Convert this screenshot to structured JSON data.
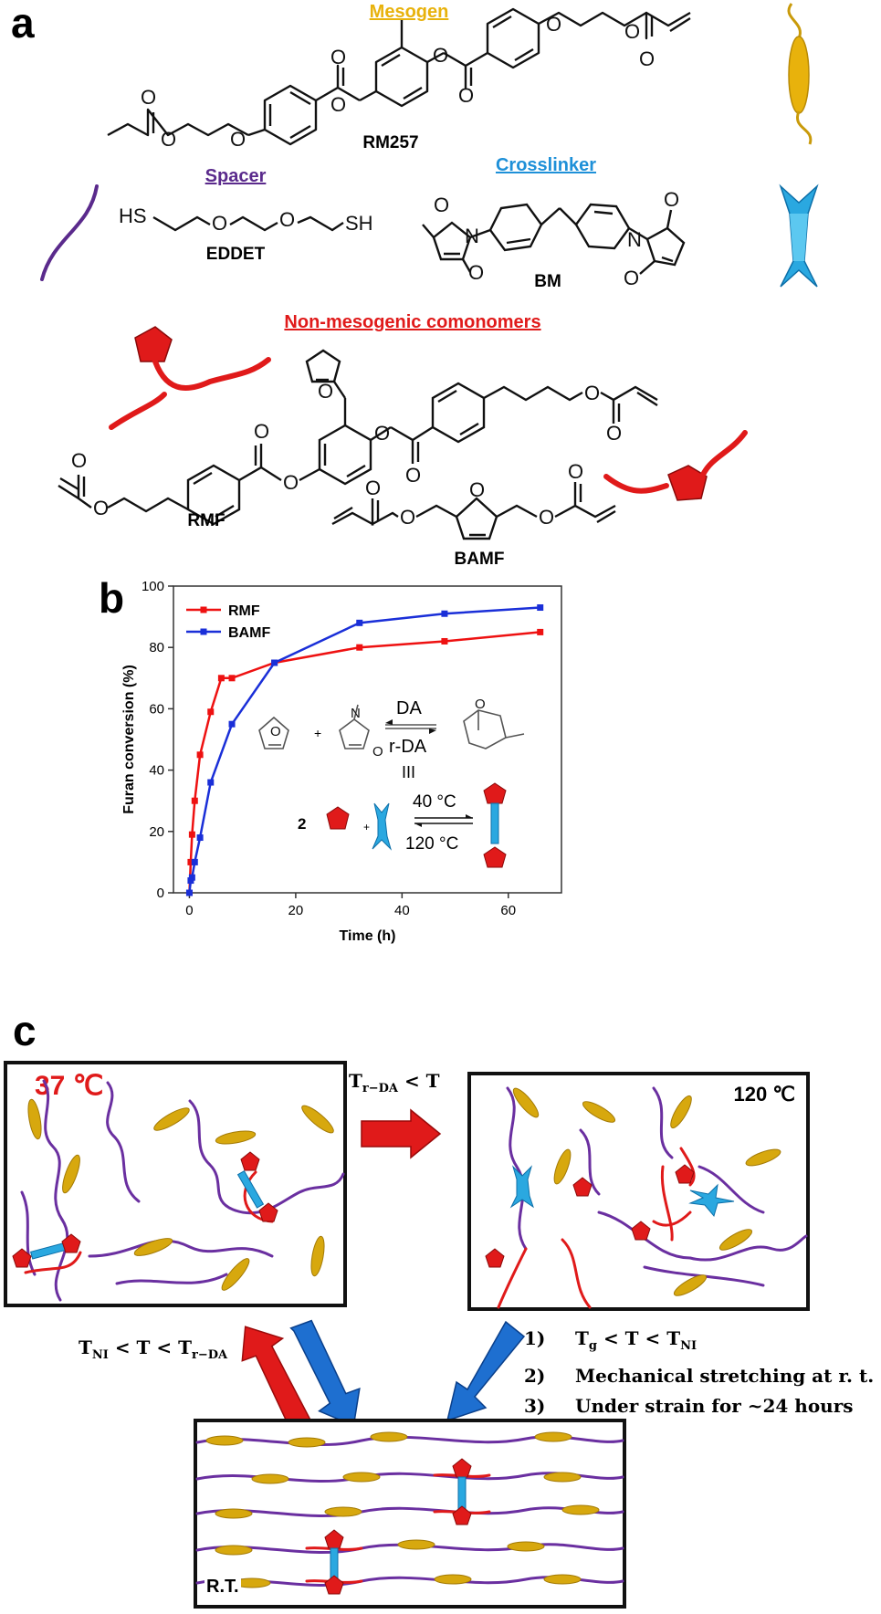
{
  "panel_a": {
    "letter": "a",
    "mesogen_header": "Mesogen",
    "rm257_name": "RM257",
    "spacer_header": "Spacer",
    "eddet_name": "EDDET",
    "crosslinker_header": "Crosslinker",
    "bm_name": "BM",
    "comonomer_header": "Non-mesogenic comonomers",
    "rmf_name": "RMF",
    "bamf_name": "BAMF",
    "atoms": {
      "O": "O",
      "N": "N",
      "HS": "HS",
      "SH": "SH"
    },
    "colors": {
      "mesogen": "#e8b20c",
      "spacer": "#5a2a8c",
      "crosslinker": "#1e90d8",
      "comonomer": "#e01a1a"
    }
  },
  "panel_b": {
    "letter": "b",
    "scheme": {
      "forward": "DA",
      "reverse": "r-DA",
      "equiv": "III",
      "stoich": "2",
      "plus": "+",
      "t_low": "40 °C",
      "t_high": "120 °C"
    }
  },
  "chart_data": {
    "type": "line",
    "xlabel": "Time (h)",
    "ylabel": "Furan conversion (%)",
    "xlim": [
      -3,
      70
    ],
    "ylim": [
      0,
      100
    ],
    "xticks": [
      0,
      20,
      40,
      60
    ],
    "yticks": [
      0,
      20,
      40,
      60,
      80,
      100
    ],
    "legend_position": "top-left",
    "series": [
      {
        "name": "RMF",
        "color": "#ee1111",
        "x": [
          0,
          0.25,
          0.5,
          1,
          2,
          4,
          6,
          8,
          16,
          32,
          48,
          66
        ],
        "y": [
          0,
          10,
          19,
          30,
          45,
          59,
          70,
          70,
          75,
          80,
          82,
          85
        ]
      },
      {
        "name": "BAMF",
        "color": "#1a2fd8",
        "x": [
          0,
          0.25,
          0.5,
          1,
          2,
          4,
          8,
          16,
          32,
          48,
          66
        ],
        "y": [
          0,
          4,
          5,
          10,
          18,
          36,
          55,
          75,
          88,
          91,
          93
        ]
      }
    ]
  },
  "panel_c": {
    "letter": "c",
    "temp_37": "37 ℃",
    "temp_120": "120 ℃",
    "rt_label": "R.T.",
    "arrow_top_label": "T",
    "arrow_top_sub": "r−DA",
    "arrow_top_rest": " < T",
    "left_label_T1": "T",
    "left_label_sub1": "NI",
    "left_label_mid": " < T < T",
    "left_label_sub2": "r−DA",
    "steps": [
      {
        "num": "1)",
        "parts": [
          "T",
          "g",
          " < T < T",
          "NI"
        ]
      },
      {
        "num": "2)",
        "text": "Mechanical stretching at r. t."
      },
      {
        "num": "3)",
        "text": "Under strain for ~24 hours"
      }
    ]
  }
}
